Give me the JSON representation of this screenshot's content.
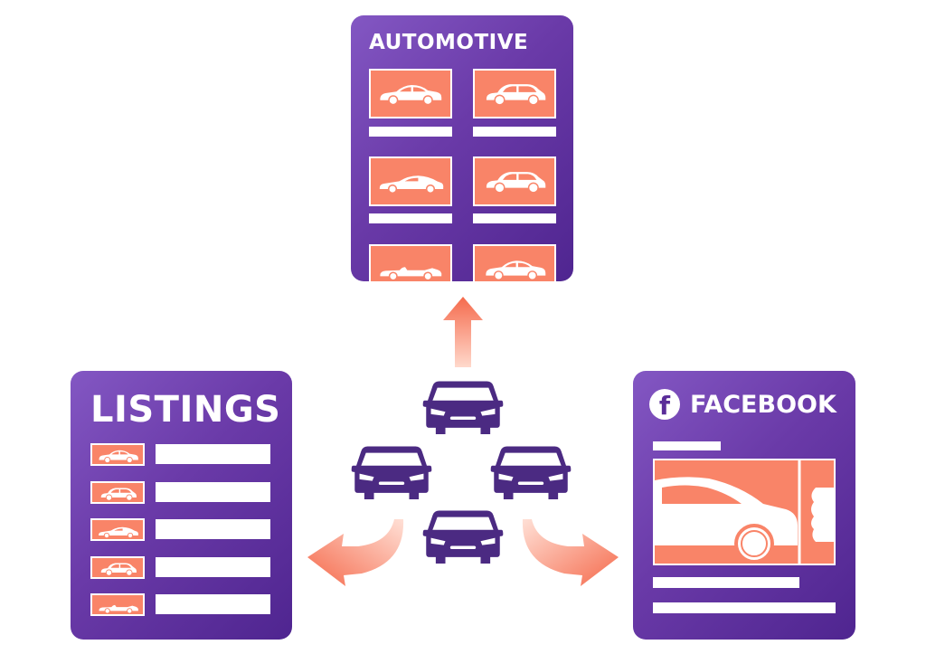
{
  "diagram": {
    "automotive": {
      "title": "AUTOMOTIVE"
    },
    "listings": {
      "title": "LISTINGS"
    },
    "facebook": {
      "title": "FACEBOOK",
      "logo_letter": "f"
    }
  },
  "colors": {
    "card_gradient_start": "#8357c3",
    "card_gradient_end": "#4f2590",
    "thumbnail": "#f98468",
    "car_fleet": "#4b2a82",
    "arrow_gradient": [
      "#f56a4c",
      "#ffd6c8"
    ]
  },
  "icons": [
    "car-icon",
    "facebook-icon",
    "arrow-icon"
  ]
}
